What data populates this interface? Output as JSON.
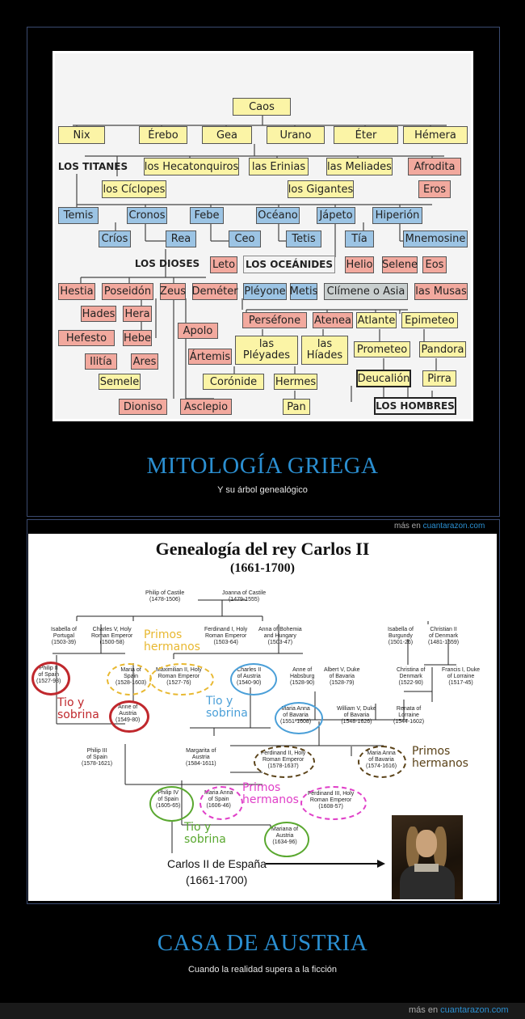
{
  "myth": {
    "boxes": {
      "caos": "Caos",
      "nix": "Nix",
      "erebo": "Érebo",
      "gea": "Gea",
      "urano": "Urano",
      "eter": "Éter",
      "hemera": "Hémera",
      "titanes": "LOS TITANES",
      "hecatonquiros": "los Hecatonquiros",
      "erinias": "las Erinias",
      "meliades": "las Meliades",
      "afrodita": "Afrodita",
      "ciclopes": "los Cíclopes",
      "gigantes": "los Gigantes",
      "eros": "Eros",
      "temis": "Temis",
      "cronos": "Cronos",
      "febe": "Febe",
      "oceano": "Océano",
      "japeto": "Jápeto",
      "hiperion": "Hiperión",
      "crios": "Críos",
      "rea": "Rea",
      "ceo": "Ceo",
      "tetis": "Tetis",
      "tia": "Tía",
      "mnemosine": "Mnemosine",
      "dioses": "LOS DIOSES",
      "leto": "Leto",
      "oceanides": "LOS OCEÁNIDES",
      "helio": "Helio",
      "selene": "Selene",
      "eos": "Eos",
      "hestia": "Hestia",
      "poseidon": "Poseidón",
      "zeus": "Zeus",
      "demeter": "Deméter",
      "pleyone": "Pléyone",
      "metis": "Metis",
      "climene": "Clímene o Asia",
      "musas": "las Musas",
      "hades": "Hades",
      "hera": "Hera",
      "persefone": "Perséfone",
      "atenea": "Atenea",
      "atlante": "Atlante",
      "epimeteo": "Epimeteo",
      "apolo": "Apolo",
      "hefesto": "Hefesto",
      "hebe": "Hebe",
      "pleyades": "las Pléyades",
      "hiades": "las Híades",
      "prometeo": "Prometeo",
      "pandora": "Pandora",
      "artemis": "Ártemis",
      "ilitia": "Ilitía",
      "ares": "Ares",
      "semele": "Semele",
      "coronide": "Corónide",
      "hermes": "Hermes",
      "deucalion": "Deucalión",
      "pirra": "Pirra",
      "dioniso": "Dioniso",
      "asclepio": "Asclepio",
      "pan": "Pan",
      "hombres": "LOS HOMBRES"
    }
  },
  "section1": {
    "title": "MITOLOGÍA GRIEGA",
    "subtitle": "Y su árbol genealógico"
  },
  "watermark1": {
    "prefix": "más en",
    "site": "cuantarazon.com"
  },
  "carlos": {
    "title": "Genealogía del rey Carlos II",
    "years": "(1661-1700)",
    "people": {
      "philip_castile": "Philip of Castile\n(1478-1506)",
      "joanna": "Joanna of Castile\n(1479-1555)",
      "isabella_portugal": "Isabella of\nPortugal\n(1503-39)",
      "charles_v": "Charles V, Holy\nRoman Emperor\n(1500-58)",
      "ferdinand_i": "Ferdinand I, Holy\nRoman Emperor\n(1503-64)",
      "anna_bohemia": "Anna of Bohemia\nand Hungary\n(1503-47)",
      "isabella_burgundy": "Isabella of\nBurgundy\n(1501-26)",
      "christian_ii": "Christian II\nof Denmark\n(1481-1559)",
      "philip_ii": "Philip II\nof Spain\n(1527-98)",
      "maria_spain": "Maria of\nSpain\n(1528-1603)",
      "maximilian_ii": "Maximilian II, Holy\nRoman Emperor\n(1527-76)",
      "charles_ii_austria": "Charles II\nof Austria\n(1540-90)",
      "anne_habsburg": "Anne of\nHabsburg\n(1528-90)",
      "albert_v": "Albert V, Duke\nof Bavaria\n(1528-79)",
      "christina_denmark": "Christina of\nDenmark\n(1522-90)",
      "francis_i": "Francis I, Duke\nof Lorraine\n(1517-45)",
      "anne_austria": "Anne of\nAustria\n(1549-80)",
      "maria_anna_bavaria1": "Maria Anna\nof Bavaria\n(1551-1608)",
      "william_v": "William V, Duke\nof Bavaria\n(1548-1626)",
      "renata": "Renata of\nLorraine\n(1544-1602)",
      "philip_iii": "Philip III\nof Spain\n(1578-1621)",
      "margarita": "Margarita of\nAustria\n(1584-1611)",
      "ferdinand_ii": "Ferdinand II, Holy\nRoman Emperor\n(1578-1637)",
      "maria_anna_bavaria2": "Maria Anna\nof Bavaria\n(1574-1616)",
      "philip_iv": "Philip IV\nof Spain\n(1605-65)",
      "maria_anna_spain": "Maria Anna\nof Spain\n(1606-46)",
      "ferdinand_iii": "Ferdinand III, Holy\nRoman Emperor\n(1608-57)",
      "mariana_austria": "Mariana of\nAustria\n(1634-96)"
    },
    "notes": {
      "primos1": "Primos\nhermanos",
      "tio1": "Tio y\nsobrina",
      "tio2": "Tio y\nsobrina",
      "primos2": "Primos\nhermanos",
      "primos3": "Primos\nhermanos",
      "tio3": "Tio y\nsobrina"
    },
    "king_name": "Carlos II de España",
    "king_years": "(1661-1700)",
    "colors": {
      "red": "#c0282d",
      "yellow": "#e8b830",
      "blue": "#4a9fd8",
      "brown": "#5a4218",
      "pink": "#e040c8",
      "green": "#5aa830"
    }
  },
  "section2": {
    "title": "CASA DE AUSTRIA",
    "subtitle": "Cuando la realidad supera a la ficción"
  },
  "watermark2": {
    "prefix": "más en",
    "site": "cuantarazon.com"
  }
}
